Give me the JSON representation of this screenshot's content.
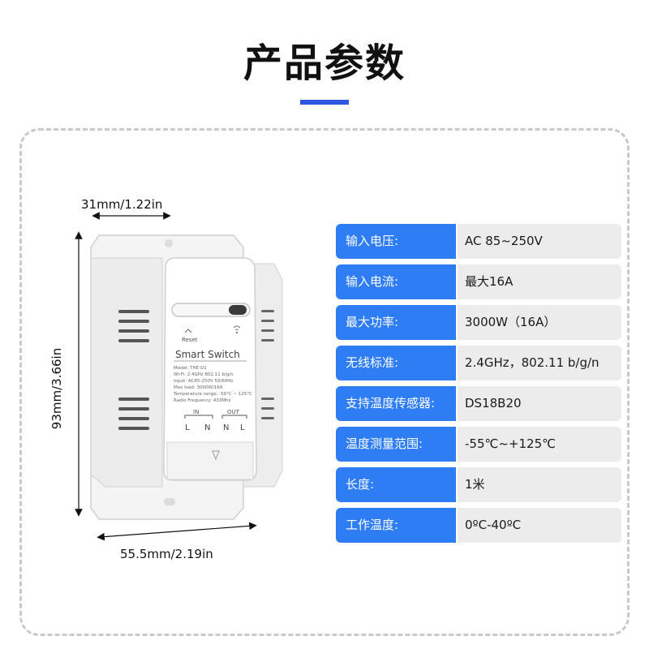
{
  "header": {
    "title": "产品参数"
  },
  "dimensions": {
    "depth": "31mm/1.22in",
    "height": "93mm/3.66in",
    "width": "55.5mm/2.19in"
  },
  "device": {
    "brand_label": "Smart Switch",
    "reset_label": "Reset",
    "spec_lines": [
      "Model: THE-D1",
      "Wi-Fi: 2.4GHz 802.11 b/g/n",
      "Input: AC85-250V 50/60Hz",
      "Max load: 3000W/16A",
      "Temperature range: -50°C ~ 125°C",
      "Radio Frequency: 433Mhz"
    ],
    "in_label": "IN",
    "out_label": "OUT",
    "l_label": "L",
    "n_label": "N"
  },
  "specs": [
    {
      "label": "输入电压:",
      "value": "AC 85~250V"
    },
    {
      "label": "输入电流:",
      "value": "最大16A"
    },
    {
      "label": "最大功率:",
      "value": "3000W（16A）"
    },
    {
      "label": "无线标准:",
      "value": "2.4GHz，802.11 b/g/n"
    },
    {
      "label": "支持温度传感器:",
      "value": "DS18B20"
    },
    {
      "label": "温度测量范围:",
      "value": "-55℃~+125℃"
    },
    {
      "label": "长度:",
      "value": "1米"
    },
    {
      "label": "工作温度:",
      "value": "0ºC-40ºC"
    }
  ],
  "colors": {
    "accent": "#2f56e0",
    "label_bg": "#2f7df5",
    "value_bg": "#ececec"
  }
}
